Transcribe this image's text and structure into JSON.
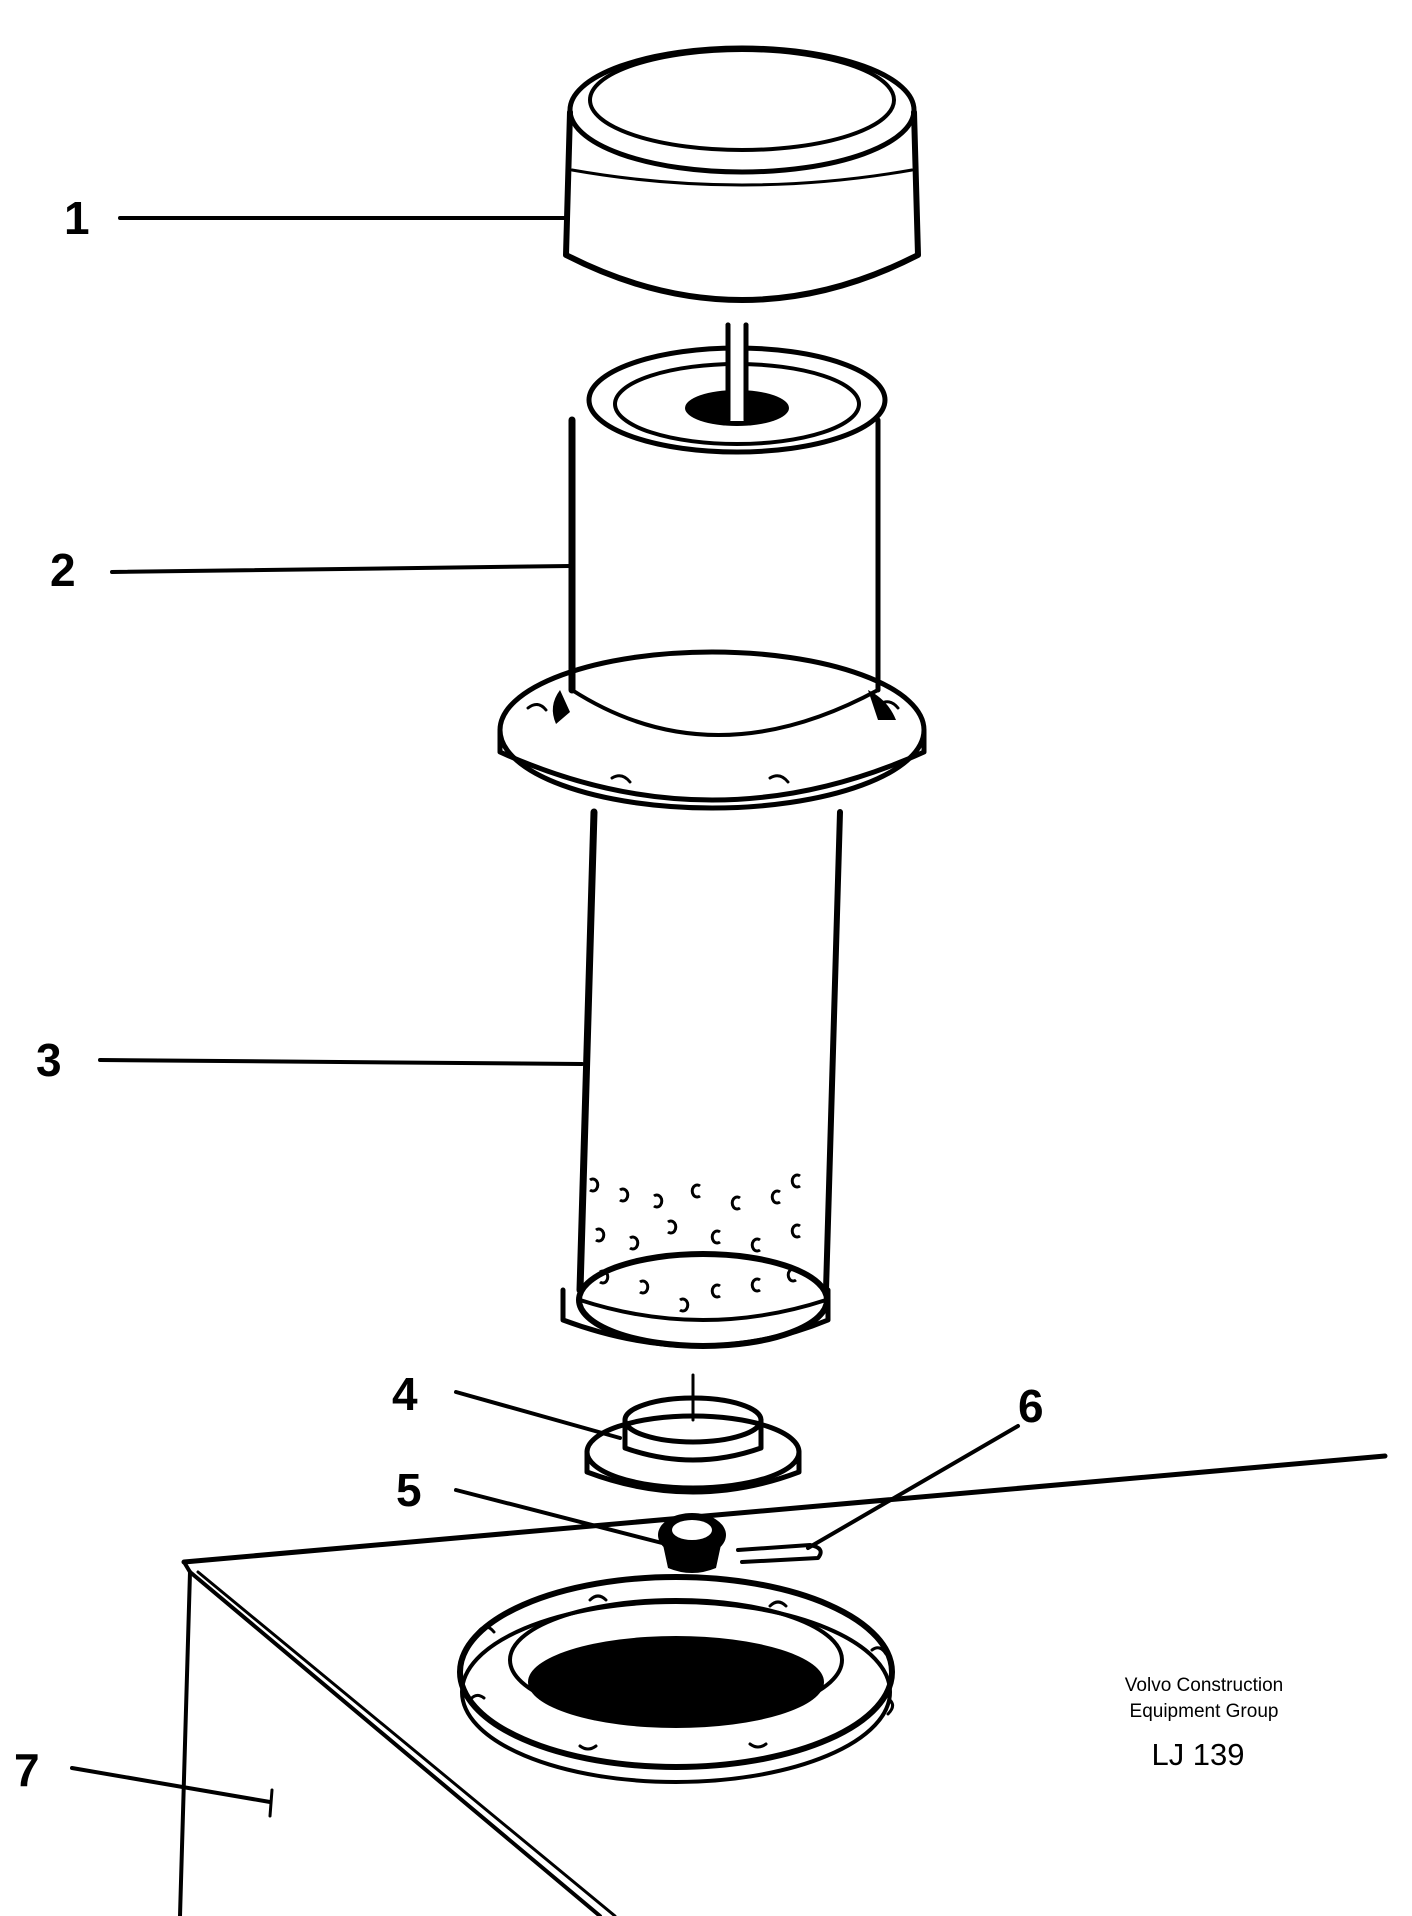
{
  "callouts": [
    {
      "id": "1",
      "label": "1"
    },
    {
      "id": "2",
      "label": "2"
    },
    {
      "id": "3",
      "label": "3"
    },
    {
      "id": "4",
      "label": "4"
    },
    {
      "id": "5",
      "label": "5"
    },
    {
      "id": "6",
      "label": "6"
    },
    {
      "id": "7",
      "label": "7"
    }
  ],
  "caption": {
    "line1": "Volvo Construction",
    "line2": "Equipment Group",
    "code": "LJ 139"
  }
}
